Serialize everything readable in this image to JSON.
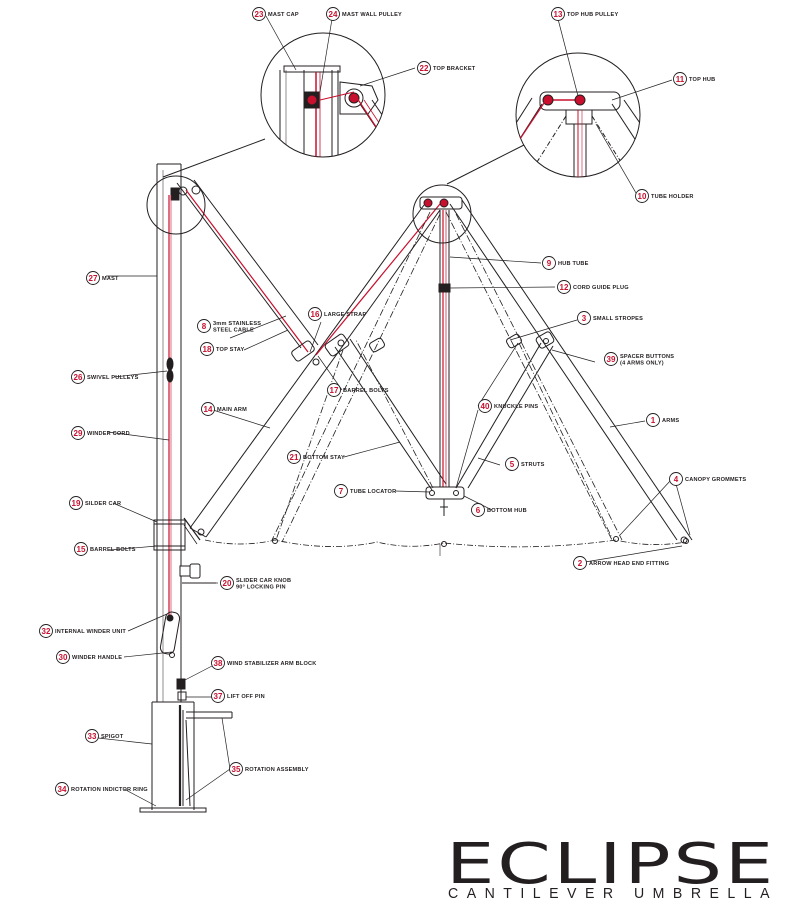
{
  "logo": {
    "word": "ECLIPSE",
    "subtitle": "CANTILEVER UMBRELLA"
  },
  "callouts": [
    {
      "id": "c23",
      "number": "23",
      "label": "MAST CAP"
    },
    {
      "id": "c24",
      "number": "24",
      "label": "MAST WALL PULLEY"
    },
    {
      "id": "c22",
      "number": "22",
      "label": "TOP BRACKET"
    },
    {
      "id": "c13",
      "number": "13",
      "label": "TOP HUB PULLEY"
    },
    {
      "id": "c11",
      "number": "11",
      "label": "TOP HUB"
    },
    {
      "id": "c10",
      "number": "10",
      "label": "TUBE HOLDER"
    },
    {
      "id": "c27",
      "number": "27",
      "label": "MAST"
    },
    {
      "id": "c9",
      "number": "9",
      "label": "HUB TUBE"
    },
    {
      "id": "c12",
      "number": "12",
      "label": "CORD GUIDE PLUG"
    },
    {
      "id": "c8",
      "number": "8",
      "label": "3mm STAINLESS STEEL CABLE"
    },
    {
      "id": "c16",
      "number": "16",
      "label": "LARGE STRAP"
    },
    {
      "id": "c3",
      "number": "3",
      "label": "SMALL STROPES"
    },
    {
      "id": "c18",
      "number": "18",
      "label": "TOP STAY"
    },
    {
      "id": "c39",
      "number": "39",
      "label": "SPACER BUTTONS (4 ARMS ONLY)"
    },
    {
      "id": "c26",
      "number": "26",
      "label": "SWIVEL PULLEYS"
    },
    {
      "id": "c17",
      "number": "17",
      "label": "BARREL BOLTS"
    },
    {
      "id": "c40",
      "number": "40",
      "label": "KNUCKLE PINS"
    },
    {
      "id": "c14",
      "number": "14",
      "label": "MAIN ARM"
    },
    {
      "id": "c1",
      "number": "1",
      "label": "ARMS"
    },
    {
      "id": "c29",
      "number": "29",
      "label": "WINDER CORD"
    },
    {
      "id": "c21",
      "number": "21",
      "label": "BOTTOM STAY"
    },
    {
      "id": "c5",
      "number": "5",
      "label": "STRUTS"
    },
    {
      "id": "c4",
      "number": "4",
      "label": "CANOPY GROMMETS"
    },
    {
      "id": "c7",
      "number": "7",
      "label": "TUBE LOCATOR"
    },
    {
      "id": "c19",
      "number": "19",
      "label": "SILDER CAR"
    },
    {
      "id": "c6",
      "number": "6",
      "label": "BOTTOM HUB"
    },
    {
      "id": "c15",
      "number": "15",
      "label": "BARREL BOLTS"
    },
    {
      "id": "c2",
      "number": "2",
      "label": "ARROW HEAD END FITTING"
    },
    {
      "id": "c20",
      "number": "20",
      "label": "SLIDER CAR KNOB 90° LOCKING PIN"
    },
    {
      "id": "c32",
      "number": "32",
      "label": "INTERNAL WINDER UNIT"
    },
    {
      "id": "c30",
      "number": "30",
      "label": "WINDER HANDLE"
    },
    {
      "id": "c38",
      "number": "38",
      "label": "WIND STABILIZER ARM BLOCK"
    },
    {
      "id": "c37",
      "number": "37",
      "label": "LIFT OFF PIN"
    },
    {
      "id": "c33",
      "number": "33",
      "label": "SPIGOT"
    },
    {
      "id": "c35",
      "number": "35",
      "label": "ROTATION ASSEMBLY"
    },
    {
      "id": "c34",
      "number": "34",
      "label": "ROTATION INDICTOR RING"
    }
  ],
  "colors": {
    "line": "#231f20",
    "accent": "#c8102e",
    "background": "#ffffff"
  }
}
